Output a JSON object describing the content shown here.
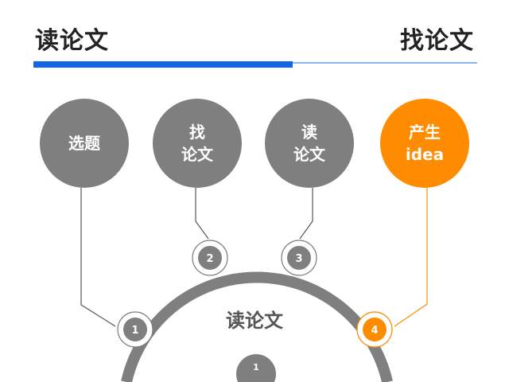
{
  "header": {
    "title_left": "读论文",
    "title_right": "找论文"
  },
  "colors": {
    "grey": "#7f7f7f",
    "orange": "#ff8c00",
    "blue": "#1464e6",
    "light_blue": "#8ab4f0"
  },
  "topics": [
    {
      "label": "选题",
      "number": "1",
      "highlight": false
    },
    {
      "label": "找\n论文",
      "number": "2",
      "highlight": false
    },
    {
      "label": "读\n论文",
      "number": "3",
      "highlight": false
    },
    {
      "label": "产生\nidea",
      "number": "4",
      "highlight": true
    }
  ],
  "center": {
    "label": "读论文",
    "bottom_number": "1"
  }
}
